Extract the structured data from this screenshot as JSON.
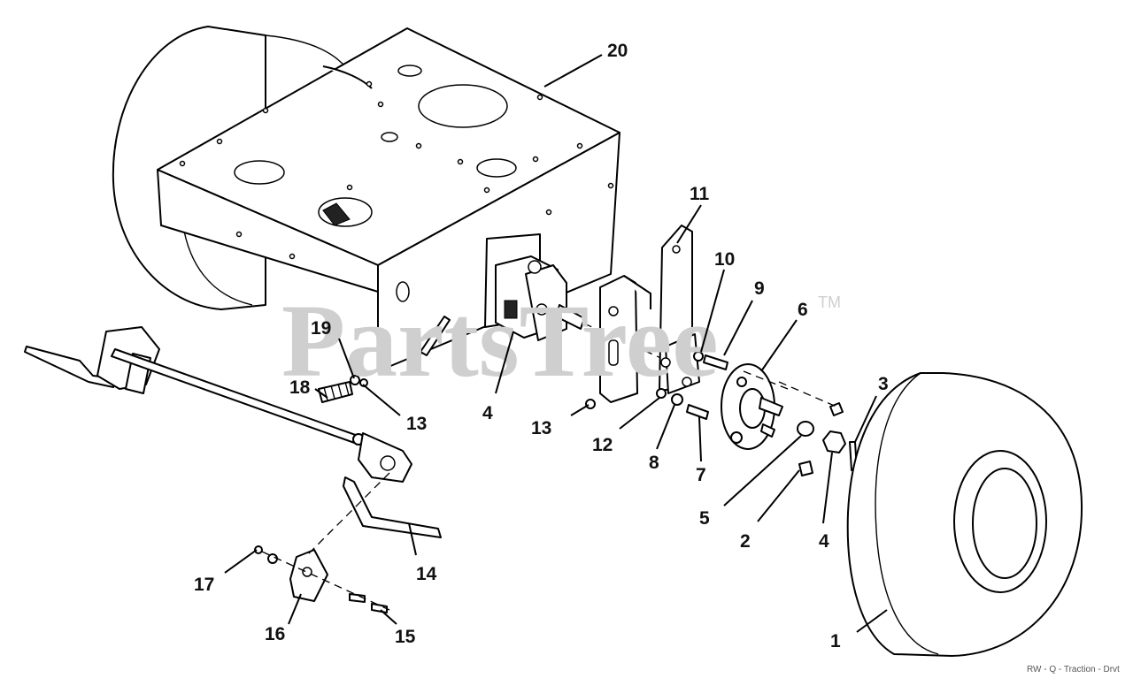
{
  "watermark": {
    "text": "PartsTree",
    "trademark": "TM"
  },
  "caption": "RW - Q - Traction - Drvt",
  "callouts": [
    {
      "id": "c1",
      "label": "1"
    },
    {
      "id": "c2",
      "label": "2"
    },
    {
      "id": "c3",
      "label": "3"
    },
    {
      "id": "c4a",
      "label": "4"
    },
    {
      "id": "c4b",
      "label": "4"
    },
    {
      "id": "c5",
      "label": "5"
    },
    {
      "id": "c6",
      "label": "6"
    },
    {
      "id": "c7",
      "label": "7"
    },
    {
      "id": "c8",
      "label": "8"
    },
    {
      "id": "c9",
      "label": "9"
    },
    {
      "id": "c10",
      "label": "10"
    },
    {
      "id": "c11",
      "label": "11"
    },
    {
      "id": "c12",
      "label": "12"
    },
    {
      "id": "c13a",
      "label": "13"
    },
    {
      "id": "c13b",
      "label": "13"
    },
    {
      "id": "c14",
      "label": "14"
    },
    {
      "id": "c15",
      "label": "15"
    },
    {
      "id": "c16",
      "label": "16"
    },
    {
      "id": "c17",
      "label": "17"
    },
    {
      "id": "c18",
      "label": "18"
    },
    {
      "id": "c19",
      "label": "19"
    },
    {
      "id": "c20",
      "label": "20"
    }
  ]
}
